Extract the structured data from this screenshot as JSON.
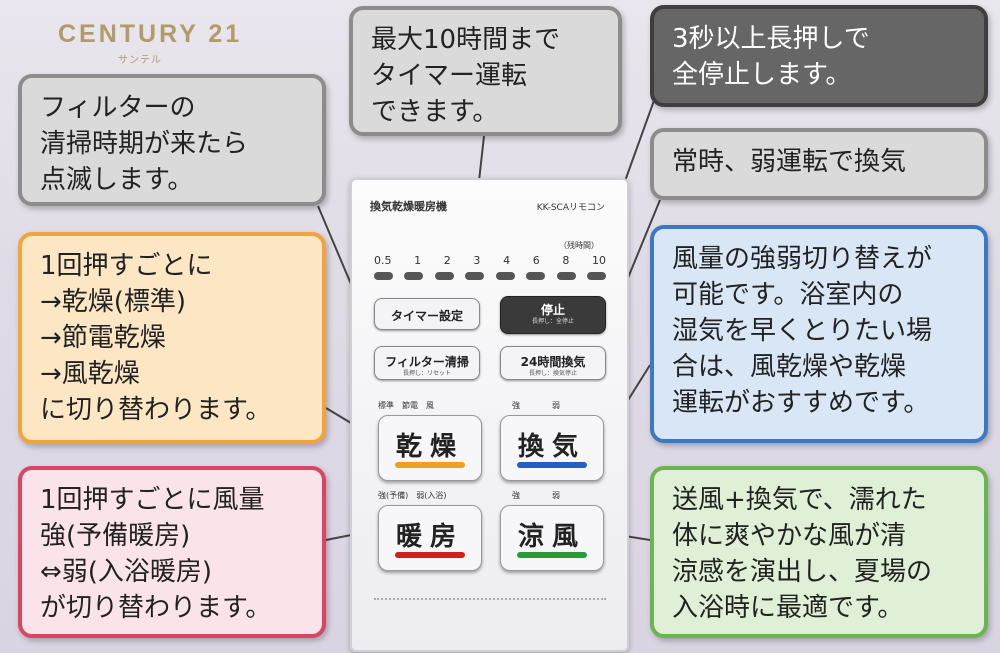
{
  "logo": {
    "name": "CENTURY 21",
    "sub": "サンテル"
  },
  "callouts": {
    "filter": [
      "フィルターの",
      "清掃時期が来たら",
      "点滅します。"
    ],
    "timer": [
      "最大10時間まで",
      "タイマー運転",
      "できます。"
    ],
    "stop": [
      "3秒以上長押しで",
      "全停止します。"
    ],
    "always": [
      "常時、弱運転で換気"
    ],
    "dry": [
      "1回押すごとに",
      "→乾燥(標準)",
      "→節電乾燥",
      "→風乾燥",
      "に切り替わります。"
    ],
    "wind": [
      "風量の強弱切り替えが",
      "可能です。浴室内の",
      "湿気を早くとりたい場",
      "合は、風乾燥や乾燥",
      "運転がおすすめです。"
    ],
    "heat": [
      "1回押すごとに風量",
      "強(予備暖房)",
      "⇔弱(入浴暖房)",
      "が切り替わります。"
    ],
    "cool": [
      "送風+換気で、濡れた",
      "体に爽やかな風が清",
      "涼感を演出し、夏場の",
      "入浴時に最適です。"
    ]
  },
  "remote": {
    "title": "換気乾燥暖房機",
    "model": "KK-SCAリモコン",
    "unit": "（残時間）",
    "ticks": [
      "0.5",
      "1",
      "2",
      "3",
      "4",
      "6",
      "8",
      "10"
    ],
    "timer_button": "タイマー設定",
    "stop_button": "停止",
    "stop_sub": "長押し：全停止",
    "filter_button": "フィルター清掃",
    "filter_sub": "長押し：リセット",
    "always_button": "24時間換気",
    "always_sub": "長押し：換気停止",
    "dry_labels": "標準　節電　風",
    "vent_labels": "強　　　　弱",
    "heat_labels": "強(予備)　弱(入浴)",
    "cool_labels": "強　　　　弱",
    "dry": "乾燥",
    "vent": "換気",
    "heat": "暖房",
    "cool": "涼風"
  },
  "colors": {
    "dry_bar": "#f0a020",
    "vent_bar": "#2060c0",
    "heat_bar": "#d02020",
    "cool_bar": "#2a9a3a"
  }
}
